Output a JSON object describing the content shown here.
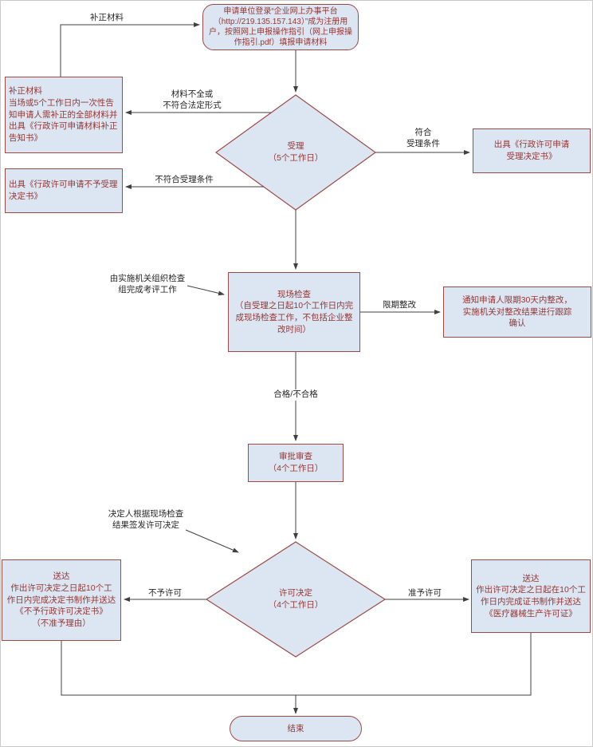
{
  "colors": {
    "node_fill": "#dce6f2",
    "node_border": "#9e4a44",
    "node_text": "#943634",
    "connector": "#404040",
    "edge_label_text": "#262626"
  },
  "nodes": {
    "start": "申请单位登录“企业网上办事平台（http://219.135.157.143）”成为注册用户，按照网上申报操作指引（网上申报操作指引.pdf）填报申请材料",
    "supplement": "补正材料\n当场或5个工作日内一次性告\n知申请人需补正的全部材料并\n出具《行政许可申请材料补正\n告知书》",
    "reject_notice": "出具《行政许可申请不予受理\n决定书》",
    "acceptance": "受理\n（5个工作日）",
    "accept_notice": "出具《行政许可申请\n受理决定书》",
    "inspection": "现场检查\n（自受理之日起10个工作日内完\n成现场检查工作，不包括企业整\n改时间）",
    "rectify": "通知申请人限期30天内整改，\n实施机关对整改结果进行跟踪\n确认",
    "review": "审批审查\n（4个工作日）",
    "decision": "许可决定\n（4个工作日）",
    "deny_delivery": "送达\n作出许可决定之日起10个工\n作日内完成决定书制作并送达\n《不予行政许可决定书》\n（不准予理由）",
    "grant_delivery": "送达\n作出许可决定之日起在10个工\n作日内完成证书制作并送达\n《医疗器械生产许可证》",
    "end": "结束"
  },
  "labels": {
    "supplement_feedback": "补正材料",
    "incomplete": "材料不全或\n不符合法定形式",
    "not_meet_accept": "不符合受理条件",
    "meet_accept": "符合\n受理条件",
    "evaluation_note": "由实施机关组织检查\n组完成考评工作",
    "rectify_deadline": "限期整改",
    "pass_or_fail": "合格/不合格",
    "decision_note": "决定人根据现场检查\n结果签发许可决定",
    "deny": "不予许可",
    "grant": "准予许可"
  }
}
